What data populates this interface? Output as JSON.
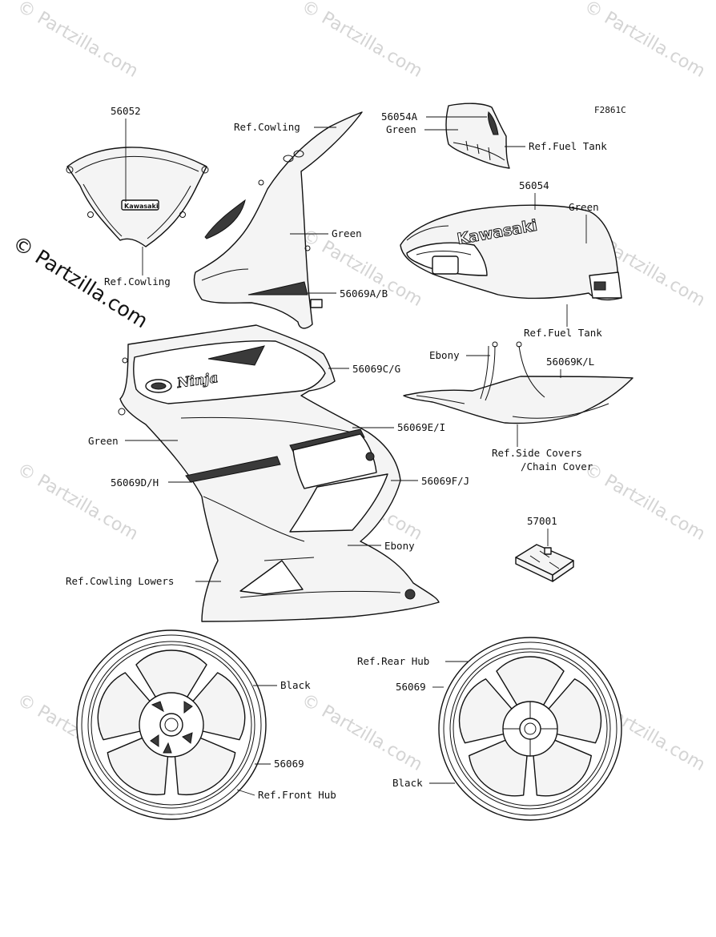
{
  "figure_code": "F2861C",
  "watermarks": {
    "small": "© Partzilla.com",
    "large": "© Partzilla.com"
  },
  "labels": {
    "windshield_part": "56052",
    "windshield_ref": "Ref.Cowling",
    "upper_ref_cowling": "Ref.Cowling",
    "upper_green": "Green",
    "upper_part": "56069A/B",
    "tank_small_part": "56054A",
    "tank_small_green": "Green",
    "tank_small_ref": "Ref.Fuel Tank",
    "tank_part": "56054",
    "tank_green": "Green",
    "tank_ref": "Ref.Fuel Tank",
    "side_ebony": "Ebony",
    "side_part": "56069K/L",
    "side_ref_line1": "Ref.Side Covers",
    "side_ref_line2": "/Chain Cover",
    "lower_part_cg": "56069C/G",
    "lower_part_ei": "56069E/I",
    "lower_green": "Green",
    "lower_part_dh": "56069D/H",
    "lower_part_fj": "56069F/J",
    "lower_ebony": "Ebony",
    "lower_ref": "Ref.Cowling Lowers",
    "clip_part": "57001",
    "front_black": "Black",
    "front_part": "56069",
    "front_ref": "Ref.Front Hub",
    "rear_ref": "Ref.Rear Hub",
    "rear_part": "56069",
    "rear_black": "Black"
  },
  "brand_text": {
    "tank": "Kawasaki",
    "windshield": "Kawasaki",
    "cowling": "Ninja"
  },
  "colors": {
    "line": "#111111",
    "watermark": "#d4d4d4",
    "fill_light": "#f4f4f4",
    "fill_dark": "#3a3a3a"
  }
}
